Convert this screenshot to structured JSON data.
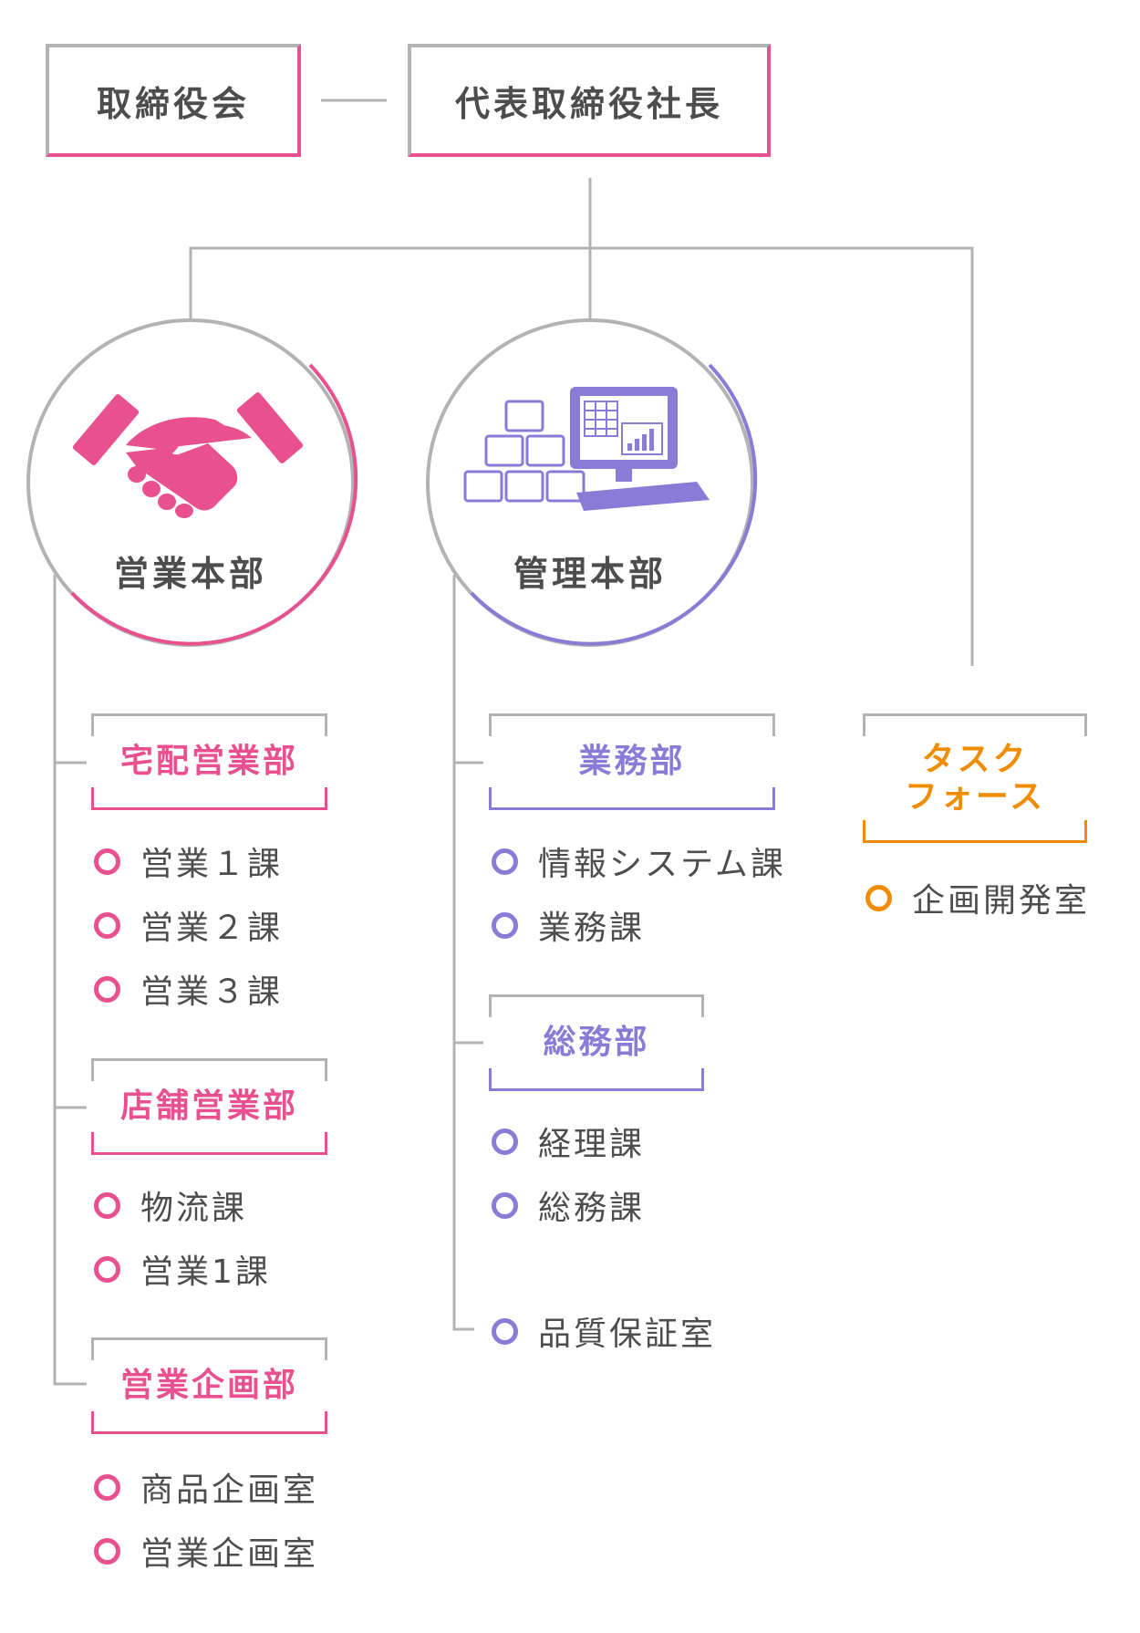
{
  "top": {
    "board": "取締役会",
    "president": "代表取締役社長"
  },
  "divisions": {
    "sales": {
      "label": "営業本部",
      "icon": "handshake-icon",
      "color": "#e8508f"
    },
    "admin": {
      "label": "管理本部",
      "icon": "computer-boxes-icon",
      "color": "#8a7bd6"
    }
  },
  "sales_departments": [
    {
      "name": "宅配営業部",
      "items": [
        "営業１課",
        "営業２課",
        "営業３課"
      ]
    },
    {
      "name": "店舗営業部",
      "items": [
        "物流課",
        "営業1課"
      ]
    },
    {
      "name": "営業企画部",
      "items": [
        "商品企画室",
        "営業企画室"
      ]
    }
  ],
  "admin_departments": [
    {
      "name": "業務部",
      "items": [
        "情報システム課",
        "業務課"
      ]
    },
    {
      "name": "総務部",
      "items": [
        "経理課",
        "総務課"
      ]
    }
  ],
  "admin_direct_item": "品質保証室",
  "task_force": {
    "name_line1": "タスク",
    "name_line2": "フォース",
    "items": [
      "企画開発室"
    ],
    "color": "#f08c00"
  },
  "colors": {
    "line": "#b3b3b3",
    "text": "#4d4d4d"
  }
}
